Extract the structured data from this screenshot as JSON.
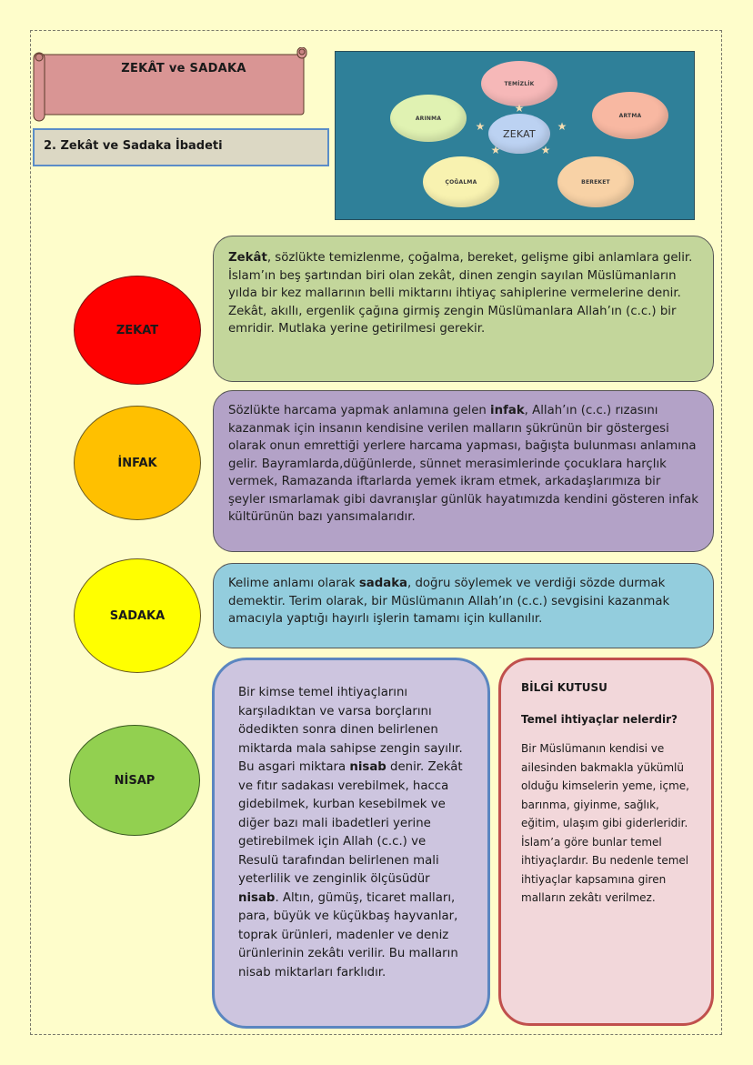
{
  "header": {
    "title": "ZEKÂT ve SADAKA",
    "subtitle": "2. Zekât ve Sadaka İbadeti"
  },
  "diagram": {
    "center": "ZEKAT",
    "nodes": [
      {
        "label": "TEMİZLİK",
        "color": "#f6b8b8"
      },
      {
        "label": "ARTMA",
        "color": "#f8b8a2"
      },
      {
        "label": "BEREKET",
        "color": "#f8d2a6"
      },
      {
        "label": "ÇOĞALMA",
        "color": "#f8f2b0"
      },
      {
        "label": "ARINMA",
        "color": "#e0f2b2"
      }
    ],
    "center_color": "#bcd2f2",
    "background": "#2f8099"
  },
  "sections": [
    {
      "label": "ZEKAT",
      "circle_color": "#ff0000",
      "box_color": "#c3d69b",
      "bold_term": "Zekât",
      "text_before": "",
      "text_after": ", sözlükte temizlenme, çoğalma, bereket, gelişme gibi anlamlara gelir. İslam’ın beş şartından biri olan zekât, dinen zengin sayılan Müslümanların yılda bir kez mallarının belli miktarını ihtiyaç sahiplerine vermelerine denir. Zekât, akıllı, ergenlik çağına girmiş zengin Müslümanlara Allah’ın (c.c.) bir emridir. Mutlaka yerine getirilmesi gerekir."
    },
    {
      "label": "İNFAK",
      "circle_color": "#ffc000",
      "box_color": "#b3a2c7",
      "bold_term": "infak",
      "text_before": "Sözlükte harcama yapmak anlamına gelen ",
      "text_after": ", Allah’ın (c.c.) rızasını kazanmak için insanın kendisine verilen malların şükrünün bir göstergesi olarak onun emrettiği yerlere harcama yapması, bağışta bulunması anlamına gelir. Bayramlarda,düğünlerde, sünnet merasimlerinde çocuklara harçlık vermek, Ramazanda iftarlarda yemek ikram etmek, arkadaşlarımıza bir şeyler ısmarlamak gibi davranışlar günlük hayatımızda kendini gösteren infak kültürünün bazı yansımalarıdır."
    },
    {
      "label": "SADAKA",
      "circle_color": "#ffff00",
      "box_color": "#93cddd",
      "bold_term": "sadaka",
      "text_before": "Kelime anlamı olarak ",
      "text_after": ", doğru söylemek ve verdiği sözde durmak demektir. Terim olarak, bir Müslümanın Allah’ın (c.c.) sevgisini kazanmak amacıyla yaptığı hayırlı işlerin tamamı için kullanılır."
    },
    {
      "label": "NİSAP",
      "circle_color": "#92d050",
      "box_color": "#cdc5df",
      "text_part1": "Bir kimse temel ihtiyaçlarını karşıladıktan ve varsa borçlarını ödedikten sonra dinen belirlenen miktarda mala sahipse zengin sayılır. Bu asgari miktara ",
      "bold_term1": "nisab",
      "text_part2": " denir. Zekât ve fıtır sadakası verebilmek, hacca gidebilmek, kurban kesebilmek ve diğer bazı mali ibadetleri yerine getirebilmek için Allah (c.c.) ve Resulü tarafından belirlenen mali yeterlilik ve zenginlik ölçüsüdür ",
      "bold_term2": "nisab",
      "text_part3": ". Altın, gümüş, ticaret malları, para, büyük ve küçükbaş hayvanlar, toprak ürünleri, madenler ve deniz ürünlerinin zekâtı verilir. Bu malların nisab miktarları farklıdır."
    }
  ],
  "info_box": {
    "title": "BİLGİ KUTUSU",
    "question": "Temel ihtiyaçlar nelerdir?",
    "text": "Bir Müslümanın kendisi ve ailesinden bakmakla yükümlü olduğu kimselerin yeme, içme, barınma, giyinme, sağlık, eğitim, ulaşım gibi giderleridir. İslam’a göre bunlar temel ihtiyaçlardır. Bu nedenle temel ihtiyaçlar kapsamına giren malların zekâtı verilmez."
  }
}
